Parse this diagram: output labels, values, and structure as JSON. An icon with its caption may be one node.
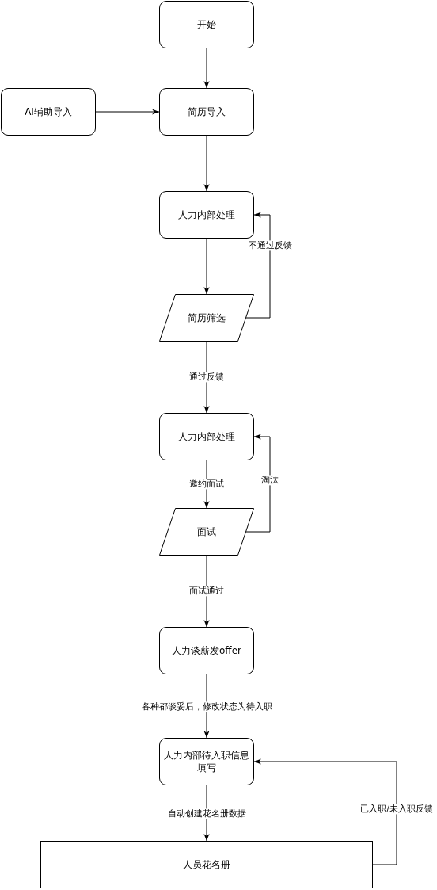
{
  "diagram": {
    "nodes": [
      {
        "text": [
          "开始"
        ]
      },
      {
        "text": [
          "AI辅助导入"
        ]
      },
      {
        "text": [
          "简历导入"
        ]
      },
      {
        "text": [
          "人力内部处理"
        ]
      },
      {
        "text": [
          "简历筛选"
        ]
      },
      {
        "text": [
          "人力内部处理"
        ]
      },
      {
        "text": [
          "面试"
        ]
      },
      {
        "text": [
          "人力谈薪发offer"
        ]
      },
      {
        "text": [
          "人力内部待入职信息填写"
        ]
      },
      {
        "text": [
          "人员花名册"
        ]
      }
    ],
    "edges": [
      {
        "from": 0,
        "to": 2,
        "arrow": "to"
      },
      {
        "from": 1,
        "to": 2,
        "arrow": "to"
      },
      {
        "from": 2,
        "to": 3,
        "arrow": "to"
      },
      {
        "from": 3,
        "to": 4,
        "arrow": "to"
      },
      {
        "from": 4,
        "to": 3,
        "arrow": "to",
        "label": "不通过反馈"
      },
      {
        "from": 4,
        "to": 5,
        "arrow": "to",
        "label": "通过反馈"
      },
      {
        "from": 5,
        "to": 6,
        "arrow": "to",
        "label": "邀约面试"
      },
      {
        "from": 6,
        "to": 5,
        "arrow": "to",
        "label": "淘汰"
      },
      {
        "from": 6,
        "to": 7,
        "arrow": "to",
        "label": "面试通过"
      },
      {
        "from": 7,
        "to": 8,
        "arrow": "to",
        "label": "各种都谈妥后，修改状态为待入职"
      },
      {
        "from": 8,
        "to": 9,
        "arrow": "to",
        "label": "自动创建花名册数据"
      },
      {
        "from": 9,
        "to": 8,
        "arrow": "to",
        "label": "已入职/未入职反馈"
      }
    ]
  }
}
